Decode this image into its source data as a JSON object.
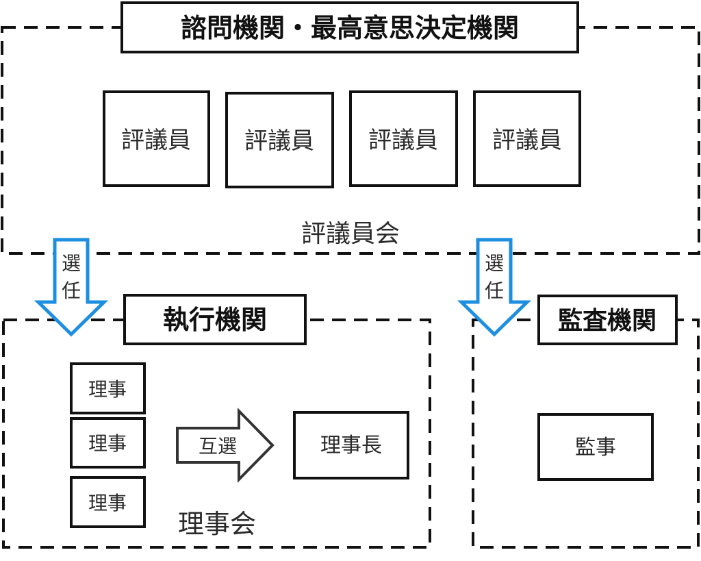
{
  "advisory": {
    "title": "諮問機関・最高意思決定機関",
    "members": [
      "評議員",
      "評議員",
      "評議員",
      "評議員"
    ],
    "council_label": "評議員会"
  },
  "election_arrows": {
    "left": [
      "選",
      "任"
    ],
    "right": [
      "選",
      "任"
    ]
  },
  "executive": {
    "title": "執行機関",
    "members": [
      "理事",
      "理事",
      "理事"
    ],
    "mutual_election": "互選",
    "chair": "理事長",
    "council_label": "理事会"
  },
  "audit": {
    "title": "監査機関",
    "member": "監事"
  }
}
